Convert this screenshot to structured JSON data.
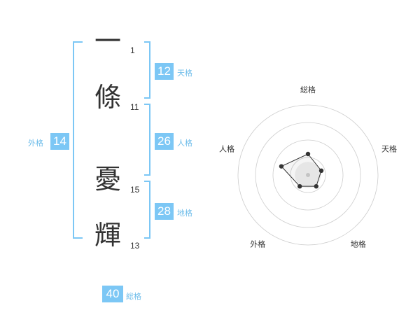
{
  "name_chars": [
    {
      "char": "一",
      "strokes": "1"
    },
    {
      "char": "條",
      "strokes": "11"
    },
    {
      "char": "憂",
      "strokes": "15"
    },
    {
      "char": "輝",
      "strokes": "13"
    }
  ],
  "fortunes": {
    "tenkaku": {
      "label": "天格",
      "value": "12"
    },
    "jinkaku": {
      "label": "人格",
      "value": "26"
    },
    "chikaku": {
      "label": "地格",
      "value": "28"
    },
    "gaikaku": {
      "label": "外格",
      "value": "14"
    },
    "soukaku": {
      "label": "総格",
      "value": "40"
    }
  },
  "colors": {
    "accent": "#7cc7f5",
    "label_blue": "#6fbdea",
    "text": "#333333",
    "ring": "#cccccc"
  },
  "chart_data": {
    "type": "radar",
    "axes": [
      "総格",
      "天格",
      "地格",
      "外格",
      "人格"
    ],
    "values": [
      3,
      2,
      2,
      2,
      4
    ],
    "max": 10,
    "rings": 4
  }
}
